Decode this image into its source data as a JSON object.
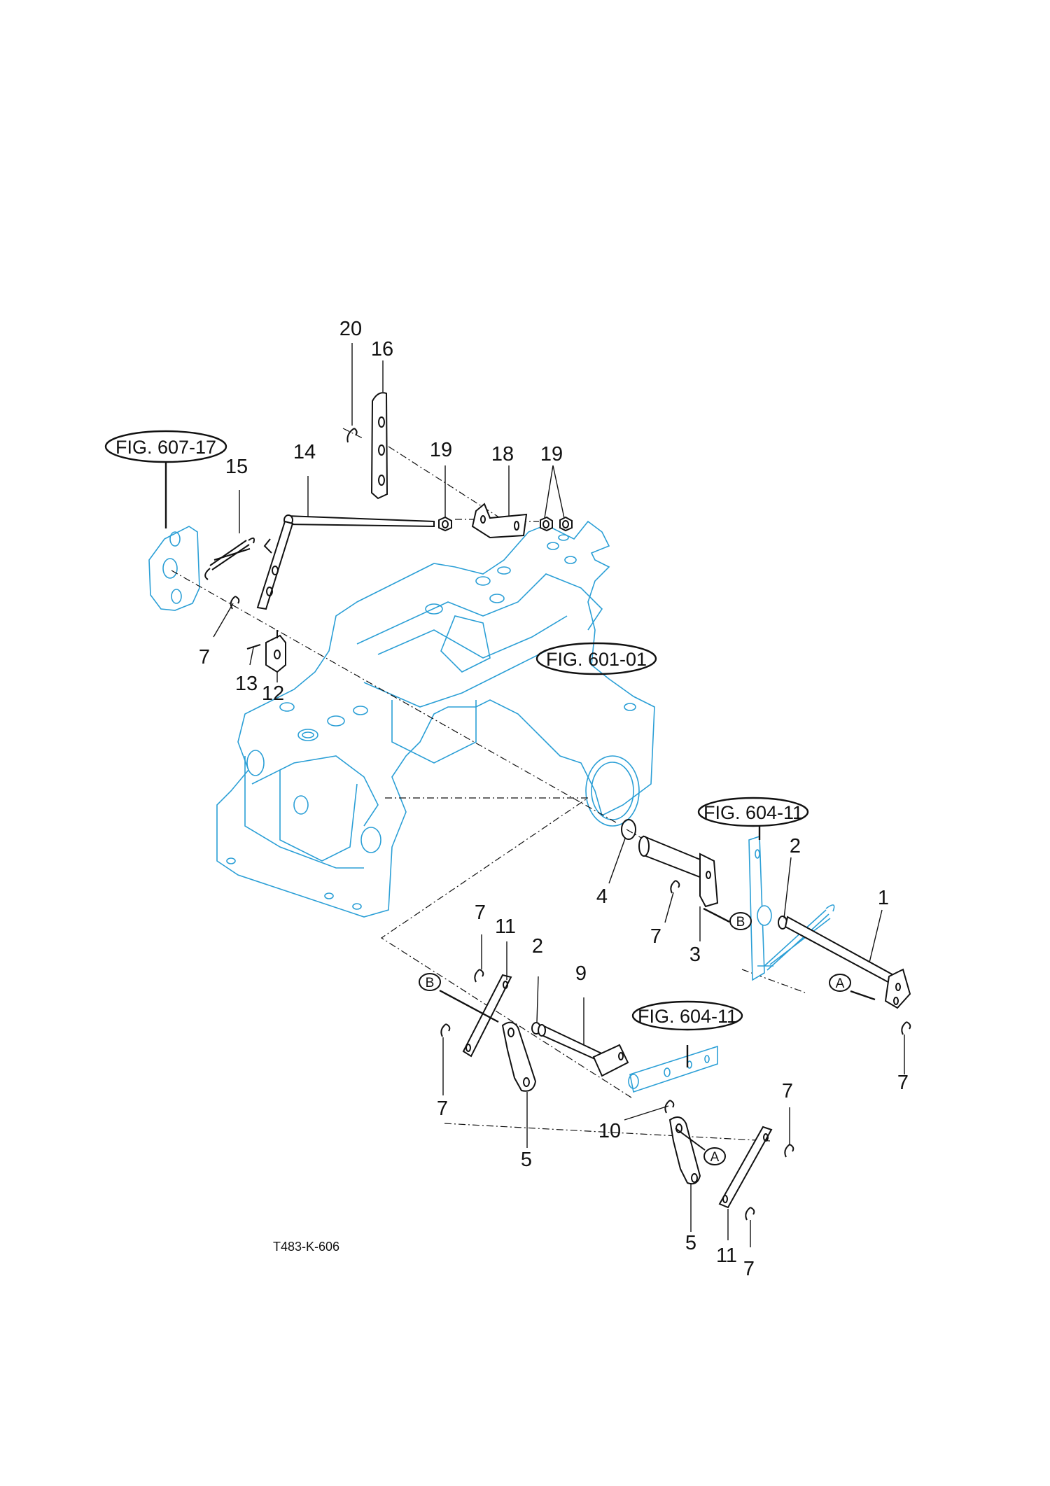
{
  "drawing_code": "T483-K-606",
  "figure_references": [
    {
      "id": "fig-607-17",
      "label": "FIG. 607-17"
    },
    {
      "id": "fig-601-01",
      "label": "FIG. 601-01"
    },
    {
      "id": "fig-604-11-upper",
      "label": "FIG. 604-11"
    },
    {
      "id": "fig-604-11-lower",
      "label": "FIG. 604-11"
    }
  ],
  "connection_markers": [
    {
      "id": "marker-b-upper",
      "label": "B"
    },
    {
      "id": "marker-a-upper",
      "label": "A"
    },
    {
      "id": "marker-b-lower",
      "label": "B"
    },
    {
      "id": "marker-a-lower",
      "label": "A"
    }
  ],
  "callouts": [
    {
      "part": "20"
    },
    {
      "part": "16"
    },
    {
      "part": "14"
    },
    {
      "part": "15"
    },
    {
      "part": "19"
    },
    {
      "part": "18"
    },
    {
      "part": "19"
    },
    {
      "part": "7"
    },
    {
      "part": "13"
    },
    {
      "part": "12"
    },
    {
      "part": "4"
    },
    {
      "part": "7"
    },
    {
      "part": "3"
    },
    {
      "part": "2"
    },
    {
      "part": "1"
    },
    {
      "part": "7"
    },
    {
      "part": "7"
    },
    {
      "part": "11"
    },
    {
      "part": "2"
    },
    {
      "part": "9"
    },
    {
      "part": "7"
    },
    {
      "part": "5"
    },
    {
      "part": "10"
    },
    {
      "part": "7"
    },
    {
      "part": "5"
    },
    {
      "part": "11"
    },
    {
      "part": "7"
    }
  ],
  "colors": {
    "part_outline": "#111111",
    "reference_outline": "#2b9fd6",
    "background": "#ffffff"
  }
}
